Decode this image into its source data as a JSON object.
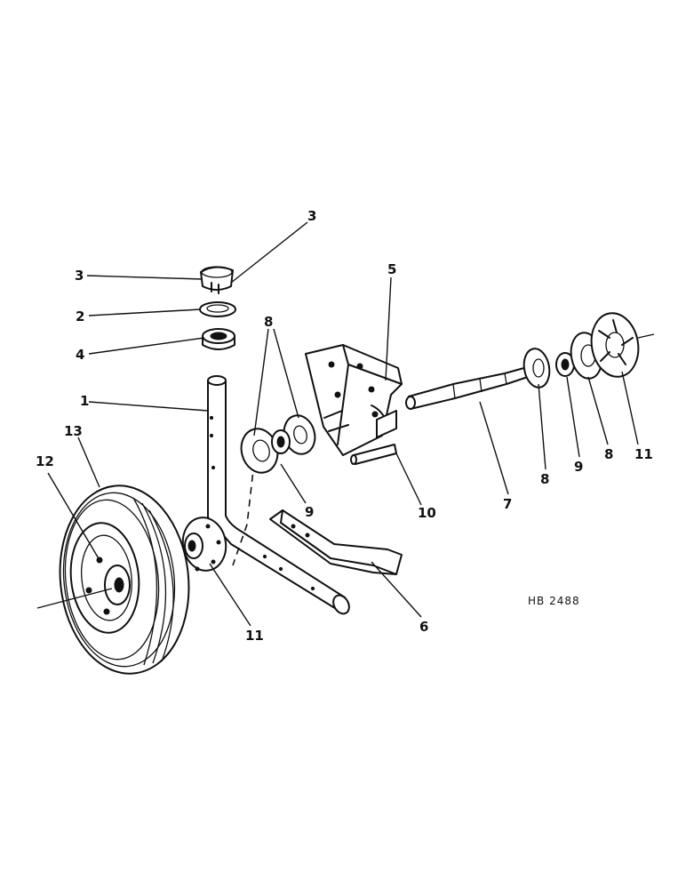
{
  "figure_code": "HB 2488",
  "callouts": {
    "c1": "1",
    "c2": "2",
    "c3a": "3",
    "c3b": "3",
    "c4": "4",
    "c5": "5",
    "c6": "6",
    "c7": "7",
    "c8a": "8",
    "c8b": "8",
    "c8c": "8",
    "c9a": "9",
    "c9b": "9",
    "c10": "10",
    "c11a": "11",
    "c11b": "11",
    "c12": "12",
    "c13": "13"
  }
}
